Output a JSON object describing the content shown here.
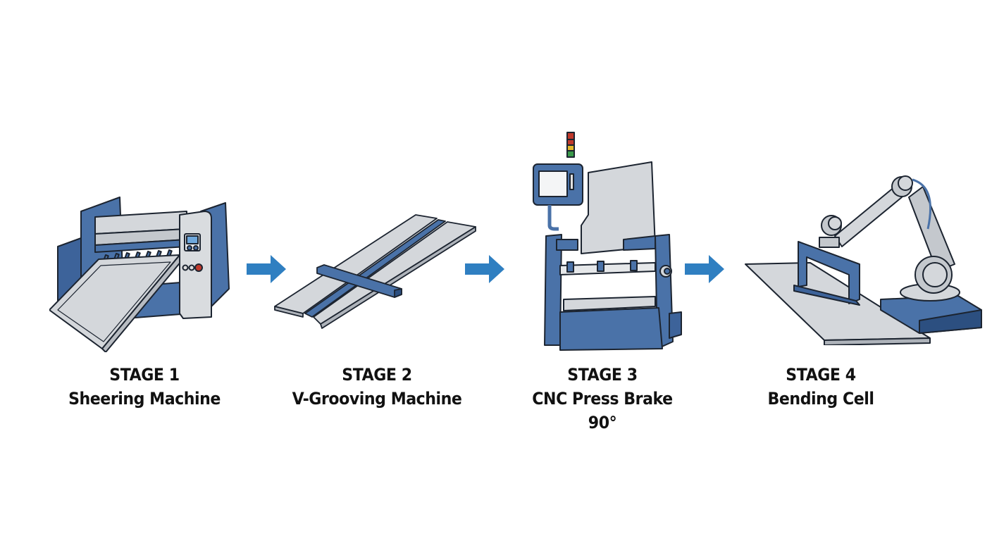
{
  "colors": {
    "machine_blue": "#4a72a8",
    "machine_blue_dark": "#2c4f80",
    "metal_gray": "#d4d7db",
    "arrow_blue": "#2f7fc1",
    "outline": "#1c2430"
  },
  "stages": [
    {
      "title": "STAGE 1",
      "name": "Sheering Machine",
      "extra": "",
      "icon": "shearing-machine-icon"
    },
    {
      "title": "STAGE 2",
      "name": "V-Grooving Machine",
      "extra": "",
      "icon": "v-grooved-sheet-icon"
    },
    {
      "title": "STAGE 3",
      "name": "CNC Press Brake",
      "extra": "90°",
      "icon": "press-brake-icon"
    },
    {
      "title": "STAGE 4",
      "name": "Bending Cell",
      "extra": "",
      "icon": "robot-arm-icon"
    }
  ],
  "arrows": [
    "arrow-right-icon",
    "arrow-right-icon",
    "arrow-right-icon"
  ]
}
